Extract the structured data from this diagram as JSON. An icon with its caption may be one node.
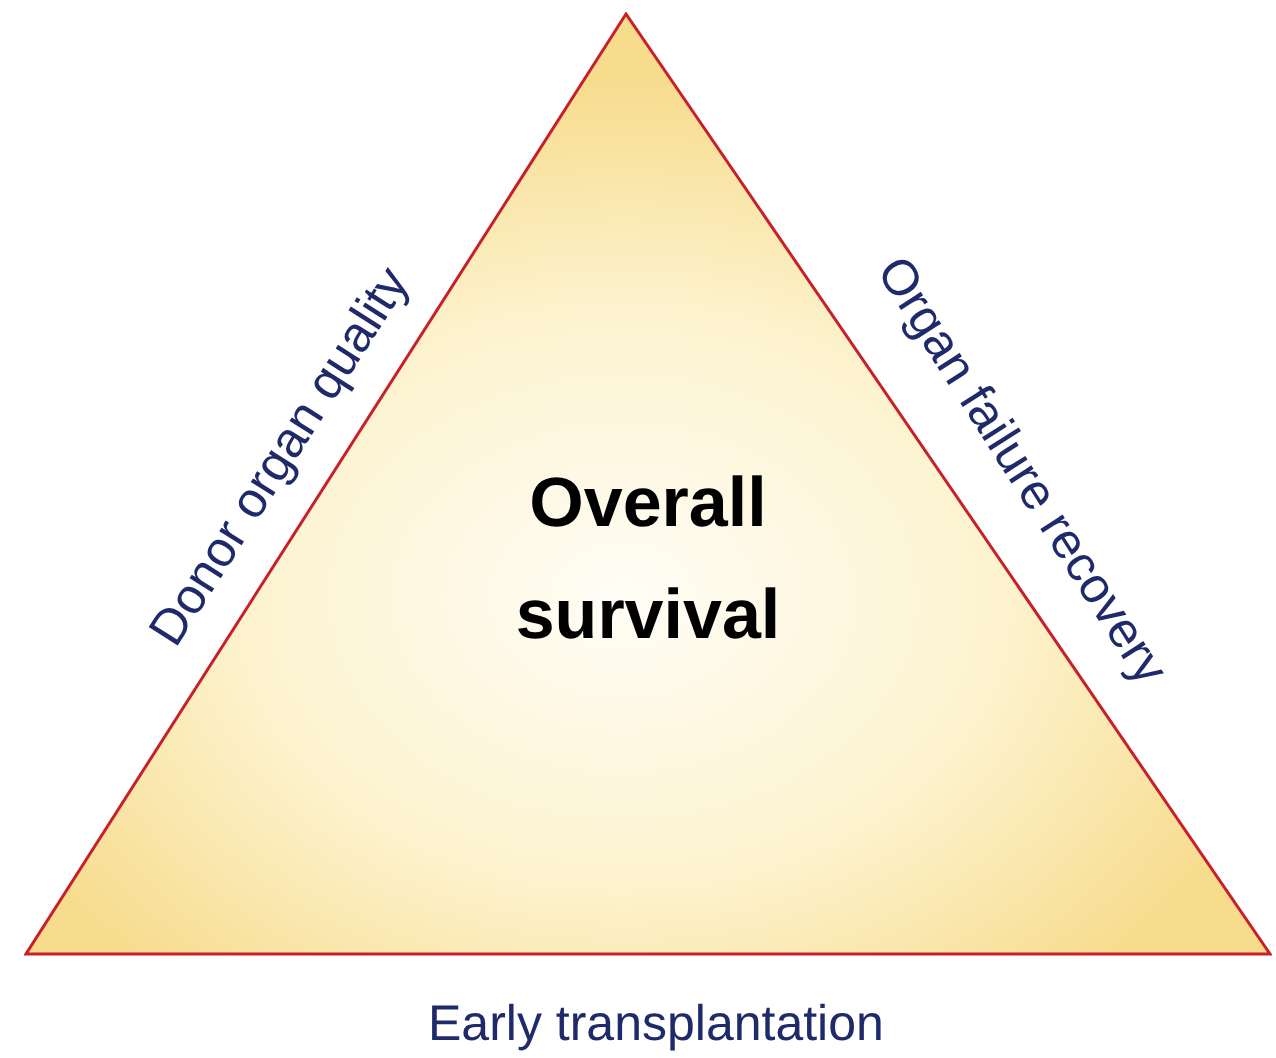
{
  "diagram": {
    "nodes": [
      {
        "text": [
          "Overall survival"
        ]
      }
    ],
    "edges": [],
    "labels": [
      "Donor organ quality",
      "Organ failure recovery",
      "Early transplantation"
    ]
  }
}
